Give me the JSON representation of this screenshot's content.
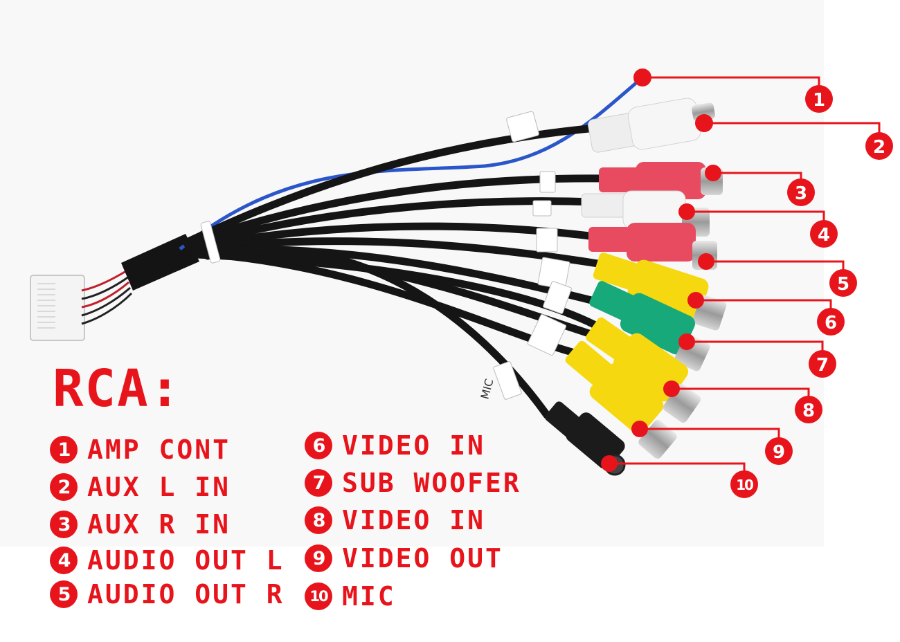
{
  "heading": "RCA:",
  "wire_label": "MIC",
  "callouts": [
    "1",
    "2",
    "3",
    "4",
    "5",
    "6",
    "7",
    "8",
    "9",
    "10"
  ],
  "legend": [
    {
      "num": "1",
      "text": "AMP CONT"
    },
    {
      "num": "2",
      "text": "AUX L IN"
    },
    {
      "num": "3",
      "text": "AUX R IN"
    },
    {
      "num": "4",
      "text": "AUDIO OUT L"
    },
    {
      "num": "5",
      "text": "AUDIO OUT R"
    },
    {
      "num": "6",
      "text": "VIDEO IN"
    },
    {
      "num": "7",
      "text": "SUB WOOFER"
    },
    {
      "num": "8",
      "text": "VIDEO IN"
    },
    {
      "num": "9",
      "text": "VIDEO OUT"
    },
    {
      "num": "10",
      "text": "MIC"
    }
  ],
  "colors": {
    "accent_red": "#e8141b",
    "plug_white": "#f4f4f4",
    "plug_red": "#e84a5f",
    "plug_yellow": "#f5d80f",
    "plug_green": "#17a97a",
    "cable_black": "#151515",
    "wire_blue": "#2b56c9"
  }
}
